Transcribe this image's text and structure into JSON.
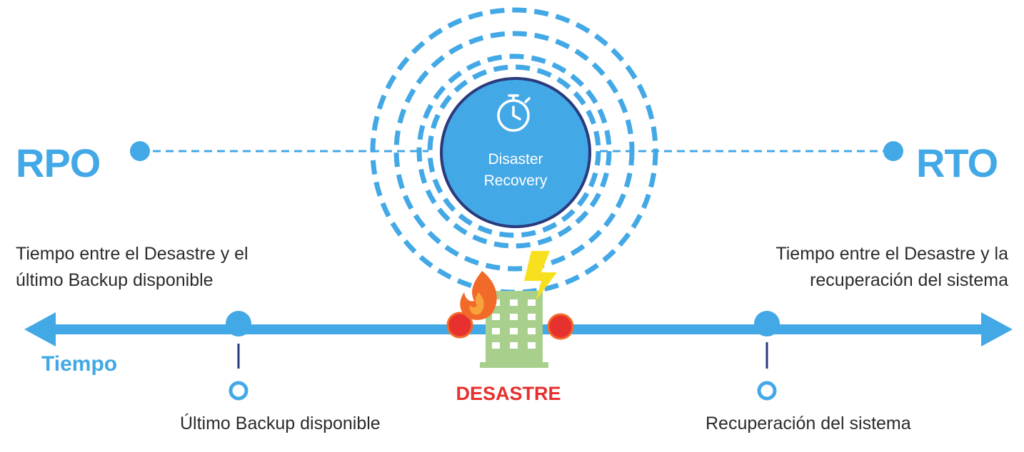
{
  "labels": {
    "rpo": "RPO",
    "rto": "RTO",
    "rpo_description": "Tiempo entre el Desastre y el último Backup disponible",
    "rto_description": "Tiempo entre el Desastre y la recuperación del sistema",
    "axis": "Tiempo",
    "hub_line1": "Disaster",
    "hub_line2": "Recovery",
    "disaster": "DESASTRE",
    "last_backup": "Último Backup disponible",
    "system_recovery": "Recuperación del sistema"
  },
  "icons": {
    "hub": "stopwatch-icon",
    "fire": "fire-icon",
    "lightning": "lightning-icon",
    "building": "building-icon"
  },
  "colors": {
    "primary_blue": "#43a8e6",
    "navy_outline": "#2a3a7c",
    "disaster_red": "#e6312e",
    "fire_orange": "#f26a2a",
    "bolt_yellow": "#f7e11e",
    "building_green": "#a9cf8c"
  }
}
